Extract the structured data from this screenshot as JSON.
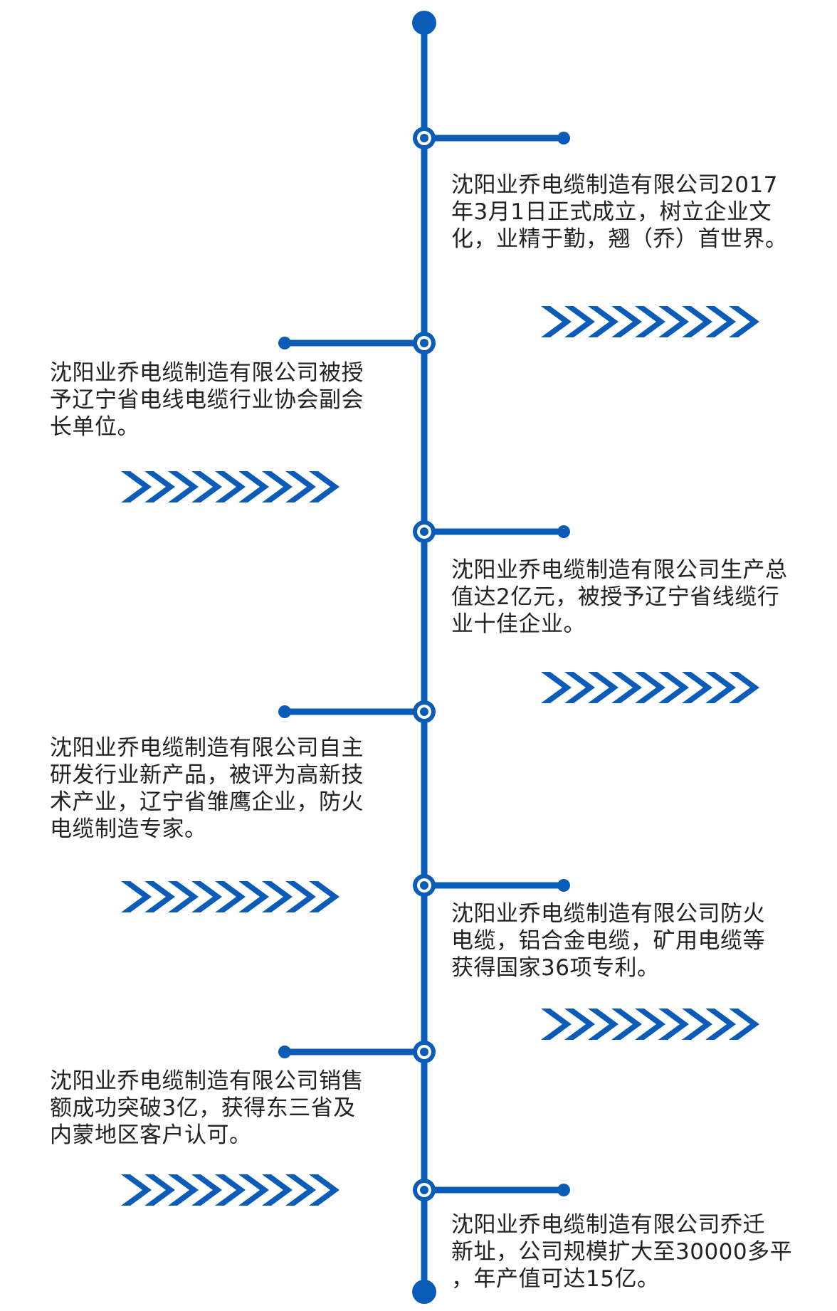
{
  "colors": {
    "line": "#0B5CB8",
    "text": "#222222",
    "background": "#FFFFFF"
  },
  "events": [
    {
      "side": "right",
      "text": "沈阳业乔电缆制造有限公司2017\n年3月1日正式成立，树立企业文\n化，业精于勤，翘（乔）首世界。"
    },
    {
      "side": "left",
      "text": "沈阳业乔电缆制造有限公司被授\n予辽宁省电线电缆行业协会副会\n长单位。"
    },
    {
      "side": "right",
      "text": "沈阳业乔电缆制造有限公司生产总\n值达2亿元，被授予辽宁省线缆行\n业十佳企业。"
    },
    {
      "side": "left",
      "text": "沈阳业乔电缆制造有限公司自主\n研发行业新产品，被评为高新技\n术产业，辽宁省雏鹰企业，防火\n电缆制造专家。"
    },
    {
      "side": "right",
      "text": "沈阳业乔电缆制造有限公司防火\n电缆，铝合金电缆，矿用电缆等\n获得国家36项专利。"
    },
    {
      "side": "left",
      "text": "沈阳业乔电缆制造有限公司销售\n额成功突破3亿，获得东三省及\n内蒙地区客户认可。"
    },
    {
      "side": "right",
      "text": "沈阳业乔电缆制造有限公司乔迁\n新址，公司规模扩大至30000多平\n，年产值可达15亿。"
    }
  ]
}
